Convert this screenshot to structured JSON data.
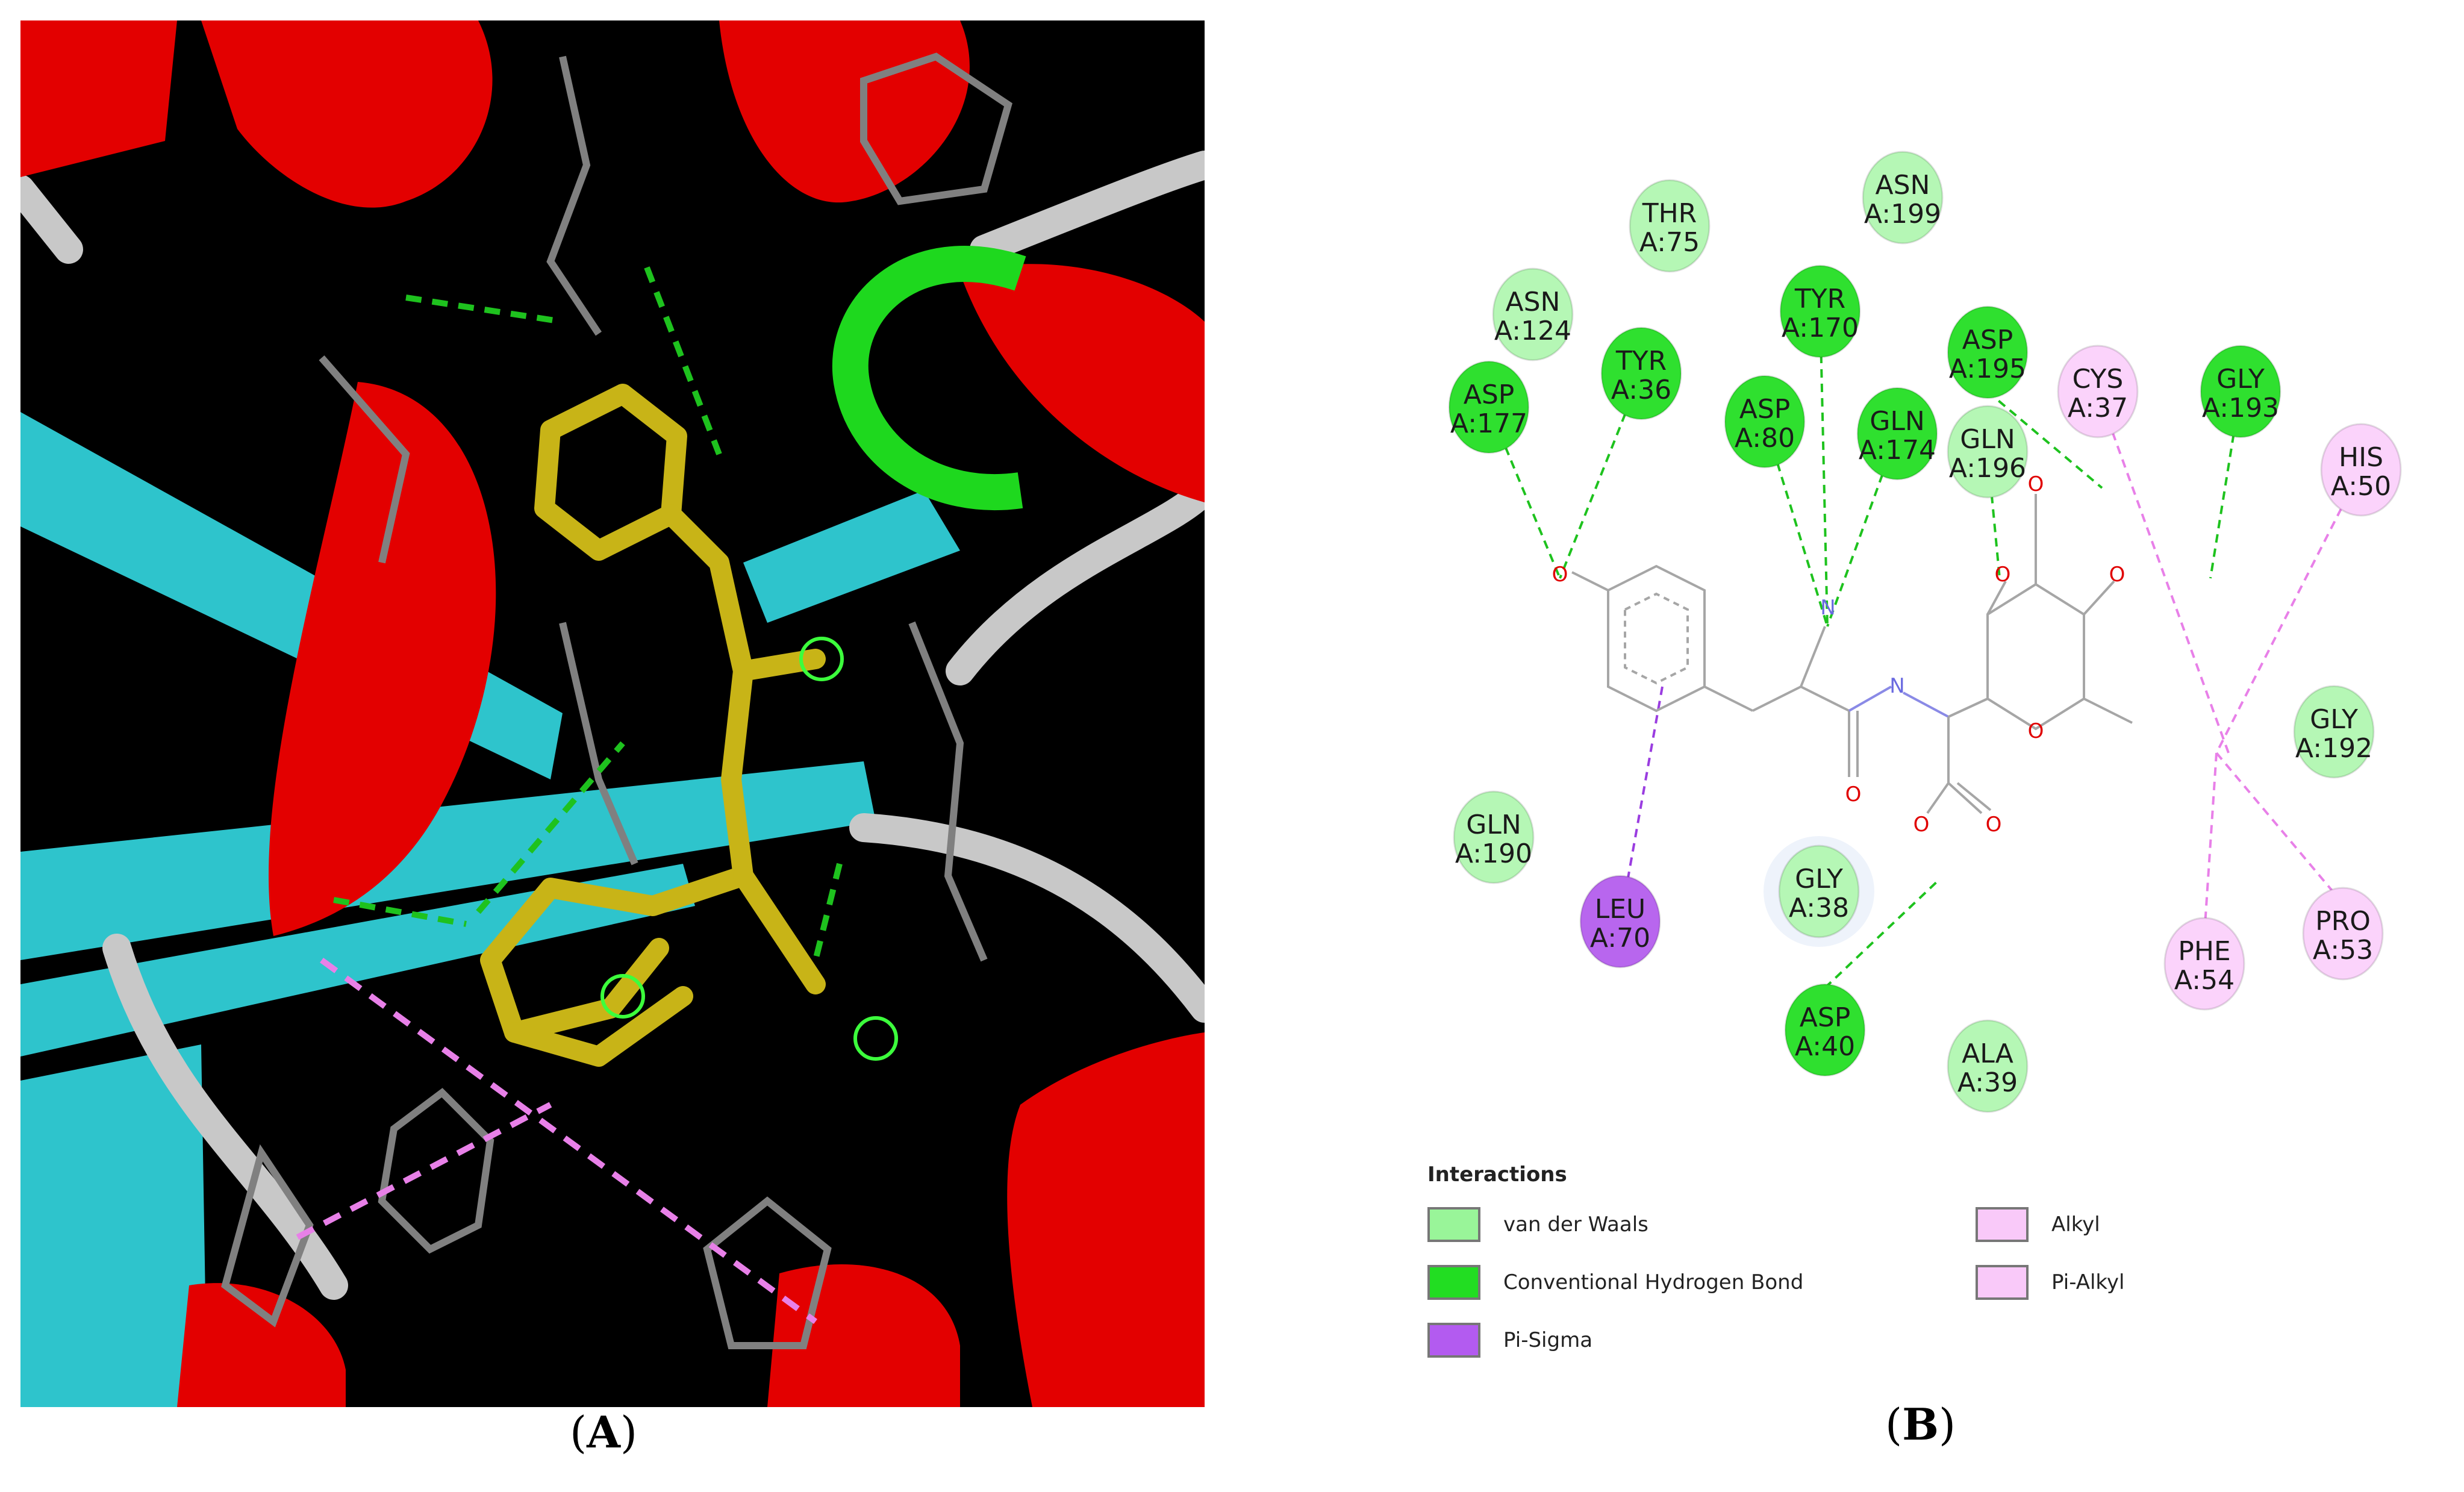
{
  "panels": {
    "a": {
      "caption_open": "(",
      "caption_letter": "A",
      "caption_close": ")"
    },
    "b": {
      "caption_open": "(",
      "caption_letter": "B",
      "caption_close": ")"
    }
  },
  "residues": [
    {
      "name": "THR",
      "id": "A:75",
      "type": "van-der-waals"
    },
    {
      "name": "ASN",
      "id": "A:199",
      "type": "van-der-waals"
    },
    {
      "name": "ASN",
      "id": "A:124",
      "type": "van-der-waals"
    },
    {
      "name": "TYR",
      "id": "A:170",
      "type": "conventional-hydrogen-bond"
    },
    {
      "name": "ASP",
      "id": "A:195",
      "type": "conventional-hydrogen-bond"
    },
    {
      "name": "CYS",
      "id": "A:37",
      "type": "alkyl"
    },
    {
      "name": "GLY",
      "id": "A:193",
      "type": "conventional-hydrogen-bond"
    },
    {
      "name": "TYR",
      "id": "A:36",
      "type": "conventional-hydrogen-bond"
    },
    {
      "name": "ASP",
      "id": "A:177",
      "type": "conventional-hydrogen-bond"
    },
    {
      "name": "ASP",
      "id": "A:80",
      "type": "conventional-hydrogen-bond"
    },
    {
      "name": "GLN",
      "id": "A:174",
      "type": "conventional-hydrogen-bond"
    },
    {
      "name": "GLN",
      "id": "A:196",
      "type": "van-der-waals"
    },
    {
      "name": "HIS",
      "id": "A:50",
      "type": "pi-alkyl"
    },
    {
      "name": "GLY",
      "id": "A:192",
      "type": "van-der-waals"
    },
    {
      "name": "GLN",
      "id": "A:190",
      "type": "van-der-waals"
    },
    {
      "name": "LEU",
      "id": "A:70",
      "type": "pi-sigma"
    },
    {
      "name": "GLY",
      "id": "A:38",
      "type": "van-der-waals"
    },
    {
      "name": "PHE",
      "id": "A:54",
      "type": "alkyl"
    },
    {
      "name": "PRO",
      "id": "A:53",
      "type": "alkyl"
    },
    {
      "name": "ASP",
      "id": "A:40",
      "type": "conventional-hydrogen-bond"
    },
    {
      "name": "ALA",
      "id": "A:39",
      "type": "van-der-waals"
    }
  ],
  "atoms": {
    "oxygen": "O",
    "nitrogen": "N"
  },
  "legend": {
    "title": "Interactions",
    "items": [
      {
        "label": "van der Waals",
        "color": "#99f599"
      },
      {
        "label": "Conventional Hydrogen Bond",
        "color": "#22dd22"
      },
      {
        "label": "Pi-Sigma",
        "color": "#b35bf0"
      },
      {
        "label": "Alkyl",
        "color": "#f9c9f9"
      },
      {
        "label": "Pi-Alkyl",
        "color": "#f9c9f9"
      }
    ]
  },
  "colors": {
    "van-der-waals": "#b5f7b5",
    "conventional-hydrogen-bond": "#2fe02f",
    "pi-sigma": "#b866ee",
    "alkyl": "#fbd3fb",
    "pi-alkyl": "#fbd3fb",
    "helix": "#e30000",
    "sheet": "#2ec4cc",
    "coil": "#c8c8c8",
    "ligand": "#c8b417",
    "hbond-line": "#1ec21e",
    "alkyl-line": "#e880e8",
    "pi-sigma-line": "#9a3de0"
  }
}
